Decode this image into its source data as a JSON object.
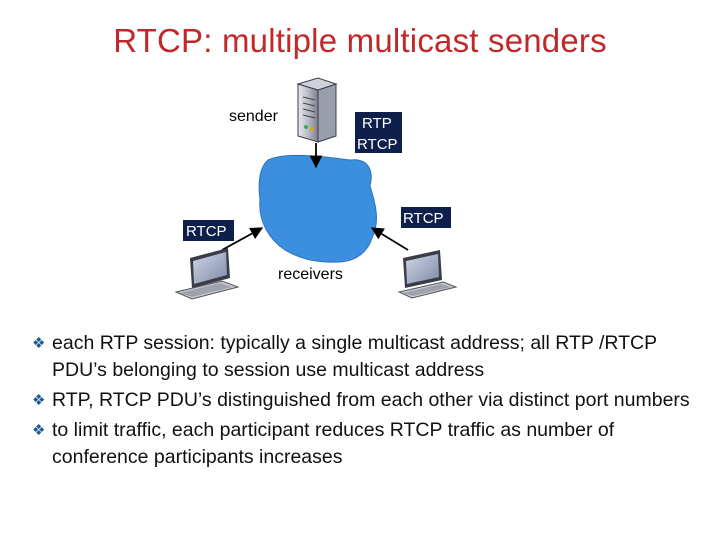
{
  "slide": {
    "title": "RTCP: multiple multicast senders"
  },
  "diagram": {
    "sender_label": "sender",
    "receivers_label": "receivers",
    "sender_box": {
      "line1": "RTP",
      "line2": "RTCP"
    },
    "right_box": "RTCP",
    "left_box": "RTCP",
    "colors": {
      "cloud": "#3b8fde",
      "label_box": "#0d1f4a",
      "title": "#c0282a",
      "bullet_mark": "#1a5a96"
    },
    "icons": [
      "server-icon",
      "desktop-computer-icon",
      "desktop-computer-icon",
      "network-cloud-icon"
    ]
  },
  "bullets": [
    {
      "text": "each RTP session: typically a single multicast address; all RTP /RTCP PDU’s belonging to session use multicast address"
    },
    {
      "text": "RTP, RTCP PDU’s distinguished from each other via distinct port numbers"
    },
    {
      "text": "to limit traffic, each participant reduces RTCP traffic as number of conference participants increases"
    }
  ]
}
